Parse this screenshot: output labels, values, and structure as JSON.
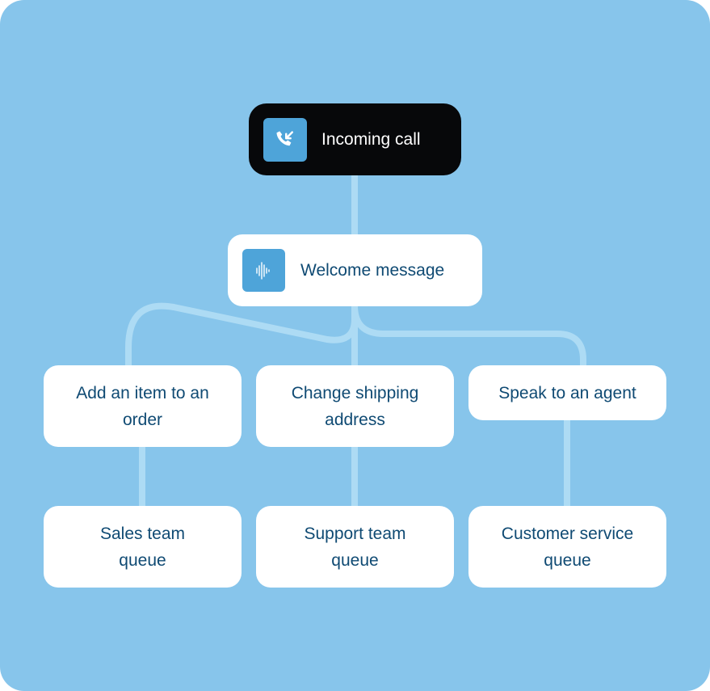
{
  "diagram": {
    "colors": {
      "background": "#87c5eb",
      "connector": "#addbf4",
      "node_fill": "#ffffff",
      "node_text": "#0f4a73",
      "start_fill": "#07080a",
      "start_text": "#ffffff",
      "icon_fill": "#4ea4d9"
    },
    "start": {
      "label": "Incoming call",
      "icon": "incoming-call-icon"
    },
    "greeting": {
      "label": "Welcome message",
      "icon": "audio-waveform-icon"
    },
    "options": [
      {
        "label": "Add an item to an\norder"
      },
      {
        "label": "Change shipping\naddress"
      },
      {
        "label": "Speak to an agent"
      }
    ],
    "queues": [
      {
        "label": "Sales team\nqueue"
      },
      {
        "label": "Support team\nqueue"
      },
      {
        "label": "Customer service\nqueue"
      }
    ],
    "edges": [
      [
        "Incoming call",
        "Welcome message"
      ],
      [
        "Welcome message",
        "Add an item to an order"
      ],
      [
        "Welcome message",
        "Change shipping address"
      ],
      [
        "Welcome message",
        "Speak to an agent"
      ],
      [
        "Add an item to an order",
        "Sales team queue"
      ],
      [
        "Change shipping address",
        "Support team queue"
      ],
      [
        "Speak to an agent",
        "Customer service queue"
      ]
    ]
  }
}
